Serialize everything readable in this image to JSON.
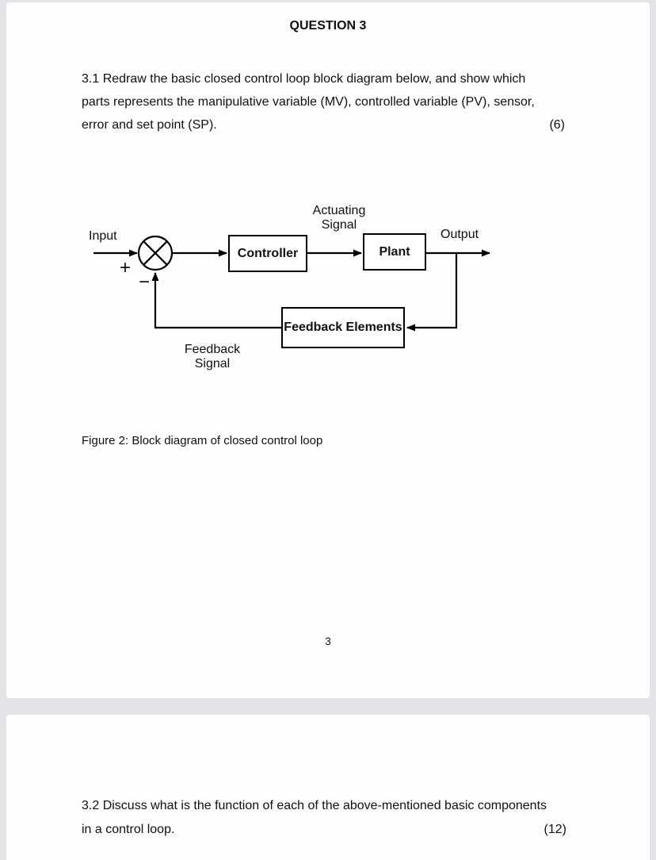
{
  "page1": {
    "title": "QUESTION 3",
    "q31": {
      "lines": [
        "3.1 Redraw the basic closed control loop block diagram below, and show which",
        "parts represents the manipulative variable (MV), controlled variable (PV), sensor,",
        "error and set point (SP)."
      ],
      "marks": "(6)"
    },
    "diagram": {
      "input": "Input",
      "plus": "+",
      "minus": "−",
      "controller": "Controller",
      "actuating_signal": "Actuating\nSignal",
      "plant": "Plant",
      "output": "Output",
      "feedback_elements": "Feedback\nElements",
      "feedback_signal": "Feedback\nSignal"
    },
    "figure_caption": "Figure 2: Block diagram of closed control loop",
    "page_number": "3"
  },
  "page2": {
    "q32": {
      "lines": [
        "3.2 Discuss what is the function of each of the above-mentioned basic components",
        "in a control loop."
      ],
      "marks": "(12)"
    }
  }
}
